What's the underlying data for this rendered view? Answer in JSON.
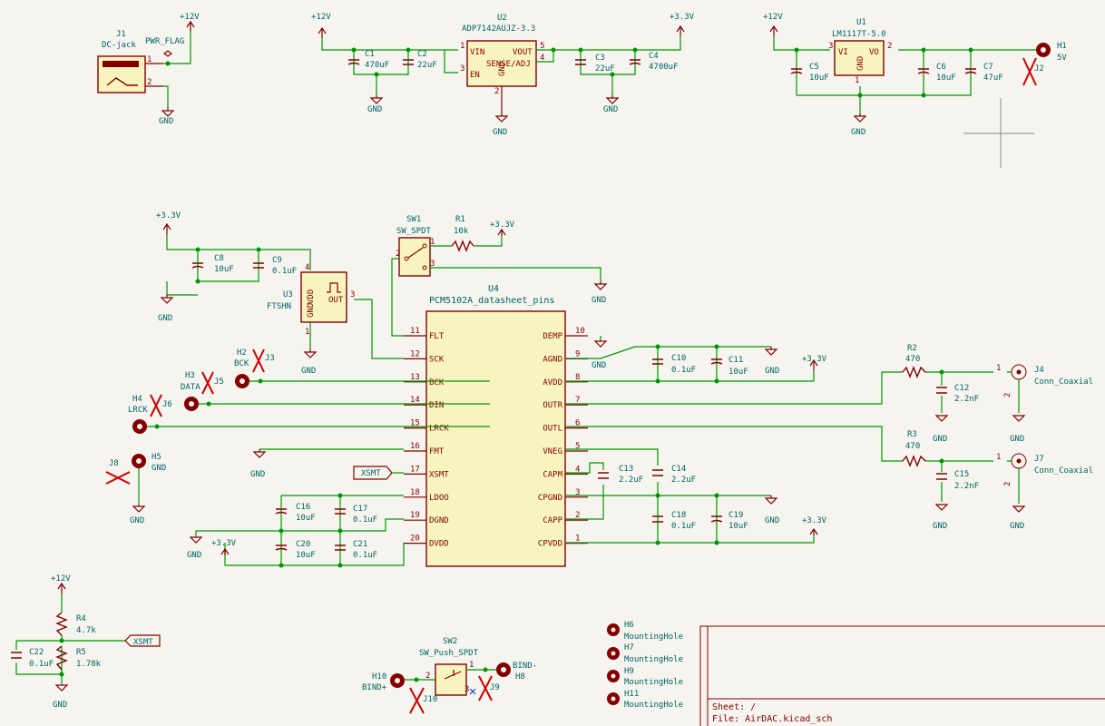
{
  "nets": {
    "p12v": "+12V",
    "p3v3": "+3.3V",
    "gnd": "GND"
  },
  "labels": {
    "xsmt": "XSMT"
  },
  "j1": {
    "ref": "J1",
    "value": "DC-jack"
  },
  "pwr_flag": {
    "label": "PWR_FLAG"
  },
  "u2": {
    "ref": "U2",
    "value": "ADP7142AUJZ-3.3",
    "pins": {
      "vin": "VIN",
      "en": "EN",
      "vout": "VOUT",
      "sense": "SENSE/ADJ",
      "gnd": "GND"
    }
  },
  "u1": {
    "ref": "U1",
    "value": "LM1117T-5.0",
    "pins": {
      "vi": "VI",
      "vo": "VO",
      "gnd": "GND"
    }
  },
  "u3": {
    "ref": "U3",
    "value": "FTSHN",
    "pins": {
      "vdd": "VDD",
      "gnd": "GND",
      "out": "OUT"
    }
  },
  "u4": {
    "ref": "U4",
    "value": "PCM5102A_datasheet_pins",
    "left_pins": [
      {
        "num": "11",
        "name": "FLT"
      },
      {
        "num": "12",
        "name": "SCK"
      },
      {
        "num": "13",
        "name": "BCK"
      },
      {
        "num": "14",
        "name": "DIN"
      },
      {
        "num": "15",
        "name": "LRCK"
      },
      {
        "num": "16",
        "name": "FMT"
      },
      {
        "num": "17",
        "name": "XSMT"
      },
      {
        "num": "18",
        "name": "LDOO"
      },
      {
        "num": "19",
        "name": "DGND"
      },
      {
        "num": "20",
        "name": "DVDD"
      }
    ],
    "right_pins": [
      {
        "num": "10",
        "name": "DEMP"
      },
      {
        "num": "9",
        "name": "AGND"
      },
      {
        "num": "8",
        "name": "AVDD"
      },
      {
        "num": "7",
        "name": "OUTR"
      },
      {
        "num": "6",
        "name": "OUTL"
      },
      {
        "num": "5",
        "name": "VNEG"
      },
      {
        "num": "4",
        "name": "CAPM"
      },
      {
        "num": "3",
        "name": "CPGND"
      },
      {
        "num": "2",
        "name": "CAPP"
      },
      {
        "num": "1",
        "name": "CPVDD"
      }
    ]
  },
  "c1": {
    "ref": "C1",
    "value": "470uF"
  },
  "c2": {
    "ref": "C2",
    "value": "22uF"
  },
  "c3": {
    "ref": "C3",
    "value": "22uF"
  },
  "c4": {
    "ref": "C4",
    "value": "4700uF"
  },
  "c5": {
    "ref": "C5",
    "value": "10uF"
  },
  "c6": {
    "ref": "C6",
    "value": "10uF"
  },
  "c7": {
    "ref": "C7",
    "value": "47uF"
  },
  "c8": {
    "ref": "C8",
    "value": "10uF"
  },
  "c9": {
    "ref": "C9",
    "value": "0.1uF"
  },
  "c10": {
    "ref": "C10",
    "value": "0.1uF"
  },
  "c11": {
    "ref": "C11",
    "value": "10uF"
  },
  "c12": {
    "ref": "C12",
    "value": "2.2nF"
  },
  "c13": {
    "ref": "C13",
    "value": "2.2uF"
  },
  "c14": {
    "ref": "C14",
    "value": "2.2uF"
  },
  "c15": {
    "ref": "C15",
    "value": "2.2nF"
  },
  "c16": {
    "ref": "C16",
    "value": "10uF"
  },
  "c17": {
    "ref": "C17",
    "value": "0.1uF"
  },
  "c18": {
    "ref": "C18",
    "value": "0.1uF"
  },
  "c19": {
    "ref": "C19",
    "value": "10uF"
  },
  "c20": {
    "ref": "C20",
    "value": "10uF"
  },
  "c21": {
    "ref": "C21",
    "value": "0.1uF"
  },
  "c22": {
    "ref": "C22",
    "value": "0.1uF"
  },
  "r1": {
    "ref": "R1",
    "value": "10k"
  },
  "r2": {
    "ref": "R2",
    "value": "470"
  },
  "r3": {
    "ref": "R3",
    "value": "470"
  },
  "r4": {
    "ref": "R4",
    "value": "4.7k"
  },
  "r5": {
    "ref": "R5",
    "value": "1.78k"
  },
  "sw1": {
    "ref": "SW1",
    "value": "SW_SPDT"
  },
  "sw2": {
    "ref": "SW2",
    "value": "SW_Push_SPDT"
  },
  "j4": {
    "ref": "J4",
    "value": "Conn_Coaxial"
  },
  "j7": {
    "ref": "J7",
    "value": "Conn_Coaxial"
  },
  "h1": {
    "ref": "H1",
    "value": "5V",
    "nc_ref": "J2"
  },
  "h2": {
    "ref": "H2",
    "value": "BCK",
    "nc_ref": "J3"
  },
  "h3": {
    "ref": "H3",
    "value": "DATA",
    "nc_ref": "J5"
  },
  "h4": {
    "ref": "H4",
    "value": "LRCK",
    "nc_ref": "J6"
  },
  "h5": {
    "ref": "H5",
    "value": "GND",
    "nc_ref": "J8"
  },
  "h6": {
    "ref": "H6",
    "value": "MountingHole"
  },
  "h7": {
    "ref": "H7",
    "value": "MountingHole"
  },
  "h8": {
    "ref": "H8",
    "value": "BIND-",
    "nc_ref": "J9"
  },
  "h9": {
    "ref": "H9",
    "value": "MountingHole"
  },
  "h10": {
    "ref": "H10",
    "value": "BIND+",
    "nc_ref": "J10"
  },
  "h11": {
    "ref": "H11",
    "value": "MountingHole"
  },
  "title_block": {
    "sheet": "Sheet: /",
    "file": "File: AirDAC.kicad_sch"
  }
}
